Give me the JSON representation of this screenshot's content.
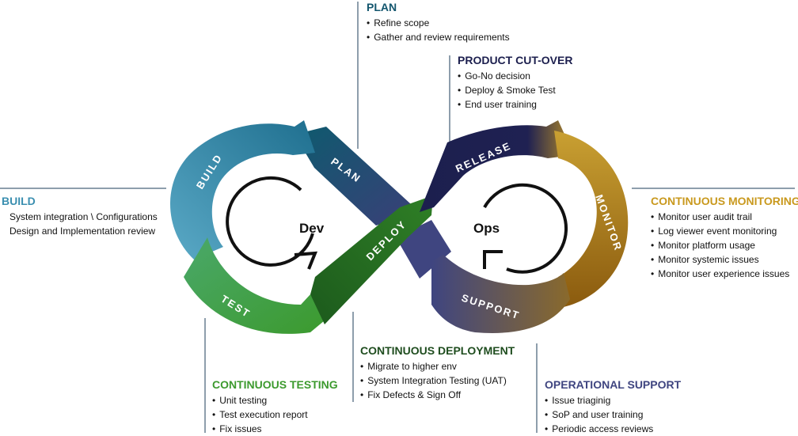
{
  "colors": {
    "build": "#3b8fb0",
    "plan": "#13566e",
    "test": "#3a9a3a",
    "deploy": "#1f6b1f",
    "release": "#1c1f4e",
    "monitor": "#c49a22",
    "support": "#4d4770",
    "product_cutover": "#1c1f4e",
    "operational_support": "#3f4580",
    "continuous_monitoring": "#c9991e",
    "continuous_deployment": "#1f4d1f",
    "continuous_testing": "#3c9a2e"
  },
  "loop": {
    "build": "BUILD",
    "plan": "PLAN",
    "test": "TEST",
    "deploy": "DEPLOY",
    "release": "RELEASE",
    "monitor": "MONITOR",
    "support": "SUPPORT",
    "dev": "Dev",
    "ops": "Ops"
  },
  "sections": {
    "plan": {
      "title": "PLAN",
      "items": [
        "Refine scope",
        "Gather and review requirements"
      ]
    },
    "product_cutover": {
      "title": "PRODUCT CUT-OVER",
      "items": [
        "Go-No decision",
        "Deploy & Smoke Test",
        "End user training"
      ]
    },
    "build": {
      "title": "BUILD",
      "items": [
        "System integration \\ Configurations",
        "Design and Implementation review"
      ]
    },
    "continuous_monitoring": {
      "title": "CONTINUOUS MONITORING",
      "items": [
        "Monitor user audit trail",
        "Log viewer event monitoring",
        "Monitor platform usage",
        "Monitor systemic issues",
        "Monitor user experience issues"
      ]
    },
    "continuous_deployment": {
      "title": "CONTINUOUS DEPLOYMENT",
      "items": [
        "Migrate to higher env",
        "System Integration Testing (UAT)",
        "Fix Defects & Sign Off"
      ]
    },
    "continuous_testing": {
      "title": "CONTINUOUS TESTING",
      "items": [
        "Unit testing",
        "Test execution report",
        "Fix issues"
      ]
    },
    "operational_support": {
      "title": "OPERATIONAL SUPPORT",
      "items": [
        "Issue triaginig",
        "SoP and user training",
        "Periodic access reviews"
      ]
    }
  }
}
